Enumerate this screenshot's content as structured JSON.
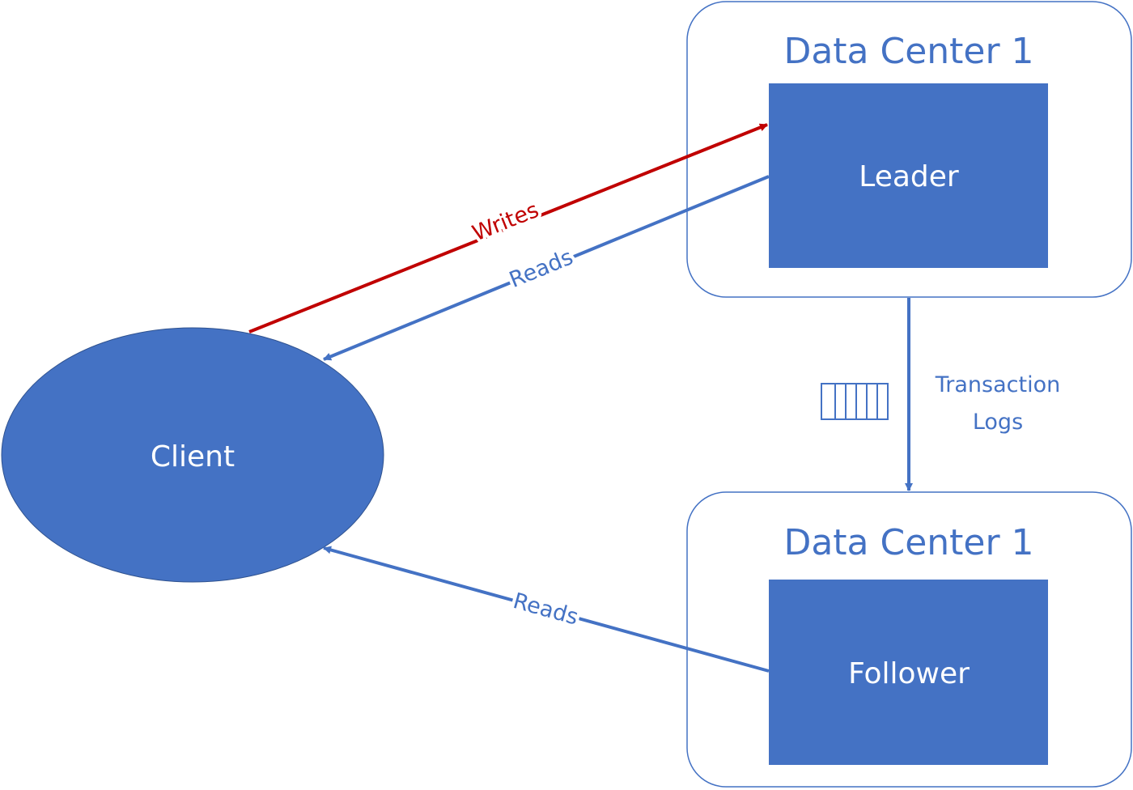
{
  "colors": {
    "primary": "#4472C4",
    "writes": "#C00000",
    "background": "#ffffff",
    "node_text": "#ffffff"
  },
  "data_centers": [
    {
      "title": "Data Center 1",
      "node_label": "Leader"
    },
    {
      "title": "Data Center 1",
      "node_label": "Follower"
    }
  ],
  "client": {
    "label": "Client"
  },
  "edges": {
    "writes": {
      "label": "Writes",
      "from": "Client",
      "to": "Leader"
    },
    "leader_reads": {
      "label": "Reads",
      "from": "Leader",
      "to": "Client"
    },
    "follower_reads": {
      "label": "Reads",
      "from": "Follower",
      "to": "Client"
    },
    "replication": {
      "label_line1": "Transaction",
      "label_line2": "Logs",
      "from": "Leader",
      "to": "Follower",
      "icon": "queue-icon"
    }
  }
}
